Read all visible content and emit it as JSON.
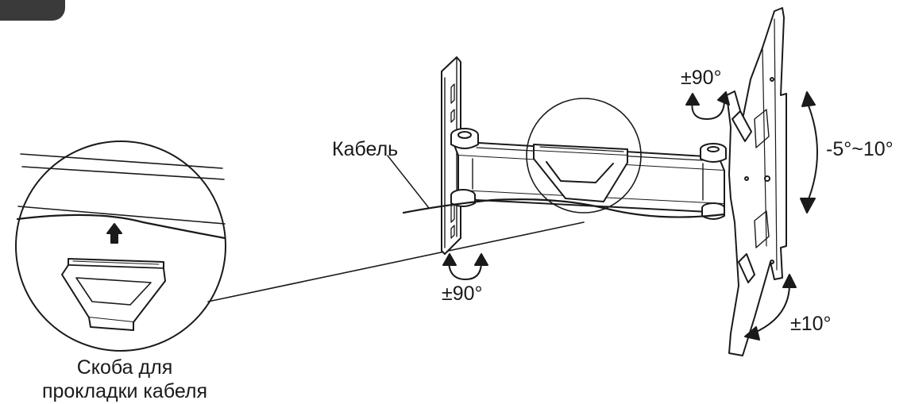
{
  "labels": {
    "cable": "Кабель",
    "swivel_top": "±90°",
    "tilt": "-5°~10°",
    "swivel_bottom": "±90°",
    "rotate": "±10°"
  },
  "caption": {
    "line1": "Скоба для",
    "line2": "прокладки кабеля"
  },
  "colors": {
    "line": "#1a1a1a",
    "fill": "#ffffff",
    "badge": "#3a3a3a"
  }
}
